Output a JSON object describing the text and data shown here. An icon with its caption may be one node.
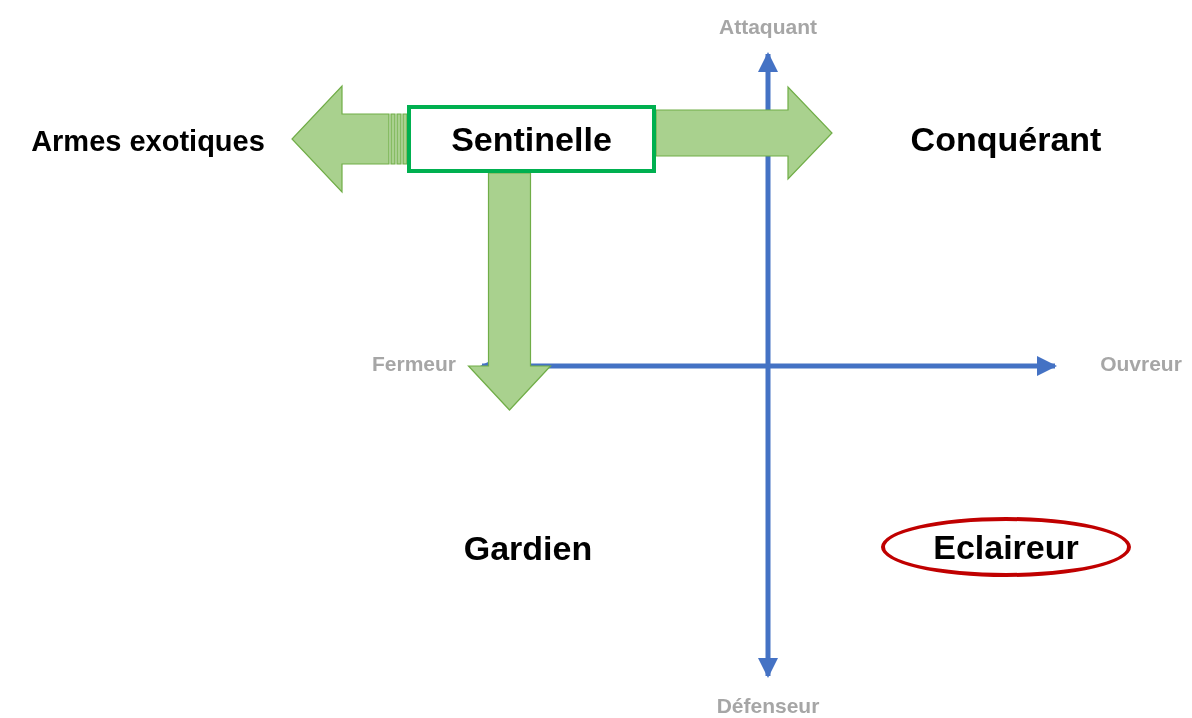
{
  "diagram": {
    "nodes": [
      {
        "text": [
          "Sentinelle"
        ]
      },
      {
        "text": [
          "Armes exotiques"
        ]
      },
      {
        "text": [
          "Conquérant"
        ]
      },
      {
        "text": [
          "Gardien"
        ]
      },
      {
        "text": [
          "Eclaireur"
        ]
      }
    ],
    "edges": [
      {
        "from": 0,
        "to": 1,
        "arrow": "to",
        "style": "thick"
      },
      {
        "from": 0,
        "to": 2,
        "arrow": "to",
        "style": "thick"
      },
      {
        "from": 0,
        "to": 3,
        "arrow": "to",
        "style": "thick"
      }
    ],
    "labels": [
      "Attaquant",
      "Fermeur",
      "Ouvreur",
      "Défenseur"
    ]
  }
}
